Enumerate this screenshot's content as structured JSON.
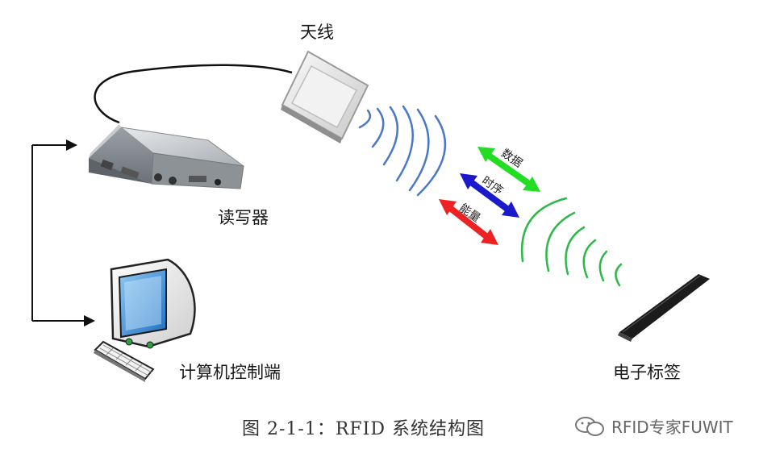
{
  "labels": {
    "antenna": "天线",
    "reader": "读写器",
    "computer": "计算机控制端",
    "tag": "电子标签"
  },
  "arrows": {
    "data": "数据",
    "timing": "时序",
    "energy": "能量"
  },
  "colors": {
    "data": "#22dd22",
    "timing": "#1a1acc",
    "energy": "#ee2222",
    "wave_antenna": "#4a78c8",
    "wave_tag": "#2fb84a"
  },
  "caption": "图 2-1-1：RFID 系统结构图",
  "watermark": "RFID专家FUWIT"
}
